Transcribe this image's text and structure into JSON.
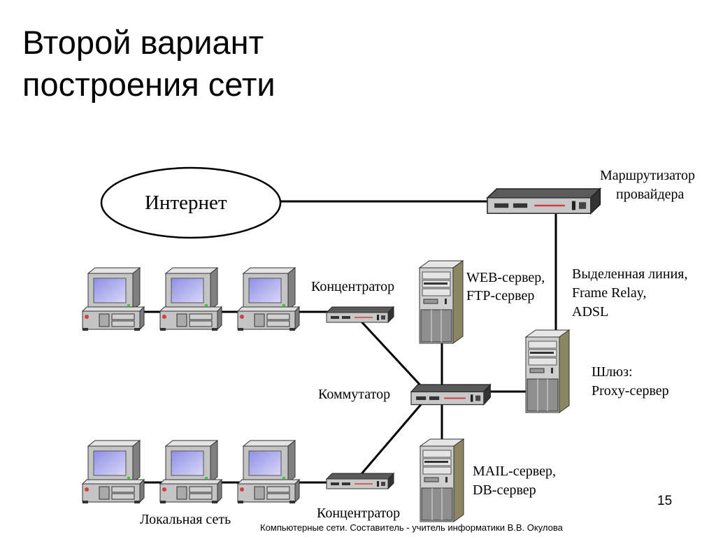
{
  "title": {
    "line1": "Второй вариант",
    "line2": "построения сети"
  },
  "labels": {
    "internet": "Интернет",
    "router_line1": "Маршрутизатор",
    "router_line2": "провайдера",
    "leased_line1": "Выделенная линия,",
    "leased_line2": "Frame Relay,",
    "leased_line3": "ADSL",
    "web_line1": "WEB-сервер,",
    "web_line2": "FTP-сервер",
    "hub_top": "Концентратор",
    "switch": "Коммутатор",
    "gateway_line1": "Шлюз:",
    "gateway_line2": "Proxy-сервер",
    "mail_line1": "MAIL-сервер,",
    "mail_line2": "DB-сервер",
    "hub_bottom": "Концентратор",
    "lan": "Локальная сеть"
  },
  "footer": {
    "text": "Компьютерные сети. Составитель - учитель информатики В.В. Окулова",
    "page_number": "15"
  },
  "colors": {
    "screen": "#a9a9ee",
    "case": "#c4c4c4",
    "server_side": "#8c8663",
    "hub_top": "#5a5a5a",
    "accent_red": "#d04040"
  }
}
